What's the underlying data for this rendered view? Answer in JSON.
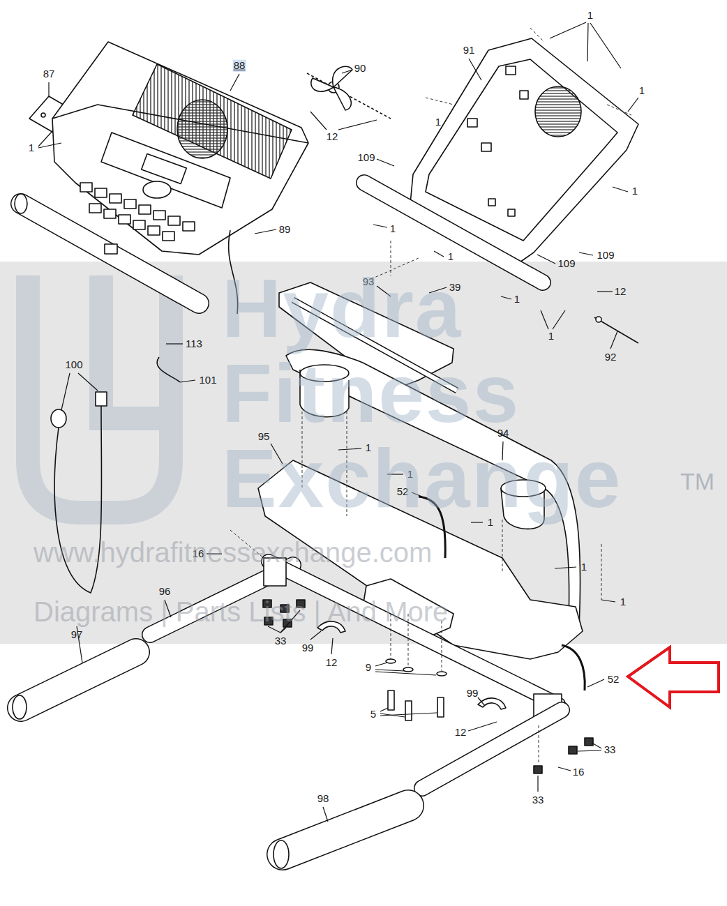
{
  "diagram": {
    "labels": [
      "87",
      "1",
      "88",
      "90",
      "12",
      "91",
      "1",
      "1",
      "1",
      "109",
      "1",
      "89",
      "1",
      "1",
      "109",
      "109",
      "93",
      "39",
      "12",
      "1",
      "1",
      "113",
      "101",
      "92",
      "100",
      "95",
      "94",
      "1",
      "1",
      "52",
      "1",
      "16",
      "1",
      "96",
      "1",
      "97",
      "33",
      "99",
      "12",
      "9",
      "52",
      "99",
      "5",
      "12",
      "33",
      "16",
      "98",
      "33",
      "Hydra",
      "Fitness",
      "Exchange",
      "TM",
      "www.hydrafitnessexchange.com",
      "Diagrams | Parts Lists | And More"
    ]
  }
}
